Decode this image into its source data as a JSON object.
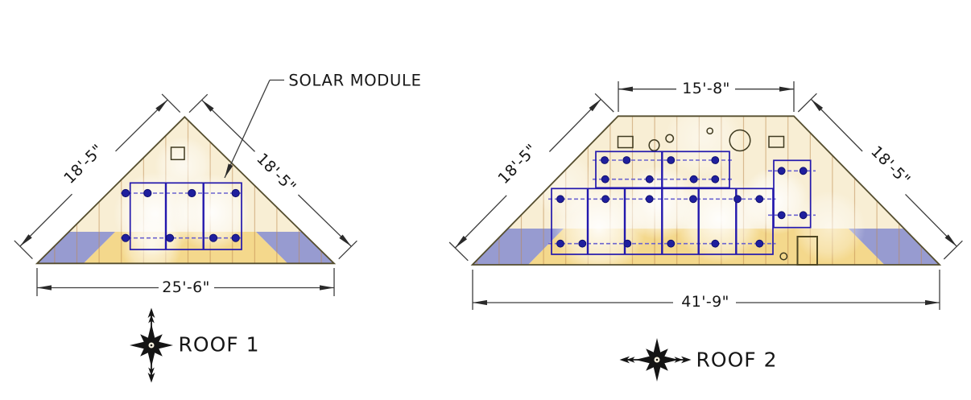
{
  "page": {
    "background": "#ffffff",
    "type": "roof solar layout plan"
  },
  "colors": {
    "roof_fill": "#f8eed4",
    "eave_band": "#f4d88c",
    "corner_shade": "#979bd0",
    "seam_line": "#bb884d",
    "module_outline": "#2318ad",
    "rail_line": "#6b63cf",
    "mount_dot": "#1f1f9e",
    "roof_outline": "#554e2f",
    "dimension_line": "#3d3d3d",
    "text": "#161616"
  },
  "annotation": {
    "solar_module_label": "SOLAR MODULE"
  },
  "roof1": {
    "label": "ROOF 1",
    "shape": "triangle",
    "dimensions": {
      "left_slope": "18'-5\"",
      "right_slope": "18'-5\"",
      "base": "25'-6\""
    },
    "solar_modules": {
      "count": 3,
      "rows": 1,
      "orientation": "portrait"
    },
    "compass_axis": "north-south"
  },
  "roof2": {
    "label": "ROOF 2",
    "shape": "trapezoid",
    "dimensions": {
      "ridge": "15'-8\"",
      "left_slope": "18'-5\"",
      "right_slope": "18'-5\"",
      "base": "41'-9\""
    },
    "solar_modules": {
      "count": 9,
      "top_row_landscape": 2,
      "bottom_row_portrait": 6,
      "right_column_portrait": 1
    },
    "compass_axis": "east-west"
  }
}
